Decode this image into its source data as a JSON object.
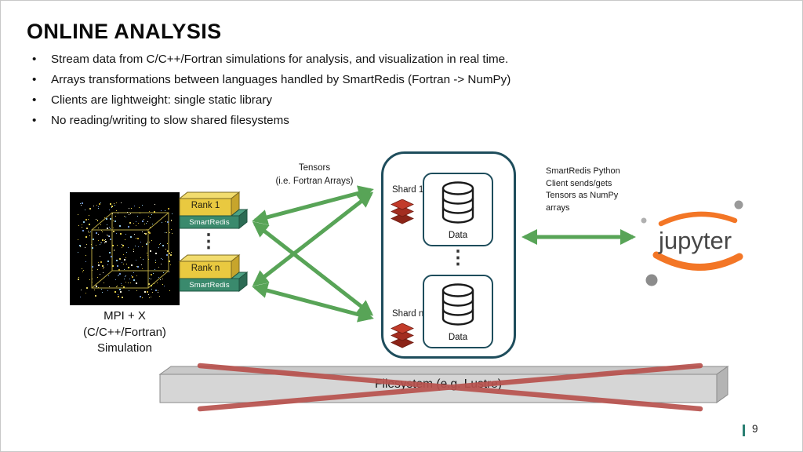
{
  "slide": {
    "title": "ONLINE ANALYSIS",
    "bullet_char": "•",
    "bullets": [
      "Stream data from C/C++/Fortran simulations for analysis, and visualization in real time.",
      "Arrays transformations between languages handled by SmartRedis (Fortran -> NumPy)",
      "Clients are lightweight: single static library",
      "No reading/writing to slow shared filesystems"
    ],
    "page_number": "9"
  },
  "diagram": {
    "simulation_label": [
      "MPI + X",
      "(C/C++/Fortran)",
      "Simulation"
    ],
    "rank1_label": "Rank 1",
    "rankn_label": "Rank n",
    "smartredis_label": "SmartRedis",
    "ellipsis": "⋮",
    "tensors_label": [
      "Tensors",
      "(i.e. Fortran Arrays)"
    ],
    "shard1_label": "Shard 1",
    "shardn_label": "Shard n",
    "data_label": "Data",
    "jupyter_note": [
      "SmartRedis Python",
      "Client sends/gets",
      "Tensors as NumPy",
      "arrays"
    ],
    "jupyter_logo_text": "jupyter",
    "filesystem_label": "Filesystem (e.g. Lustre)"
  },
  "colors": {
    "arrow_green": "#58a457",
    "redis_red": "#a32d20",
    "rank_yellow": "#e9c940",
    "smartredis_green": "#3a8a6d",
    "container_teal": "#1e4d5c",
    "jupyter_orange": "#f37626",
    "cross_red": "#b8524e",
    "filesystem_gray": "#d6d6d6"
  }
}
